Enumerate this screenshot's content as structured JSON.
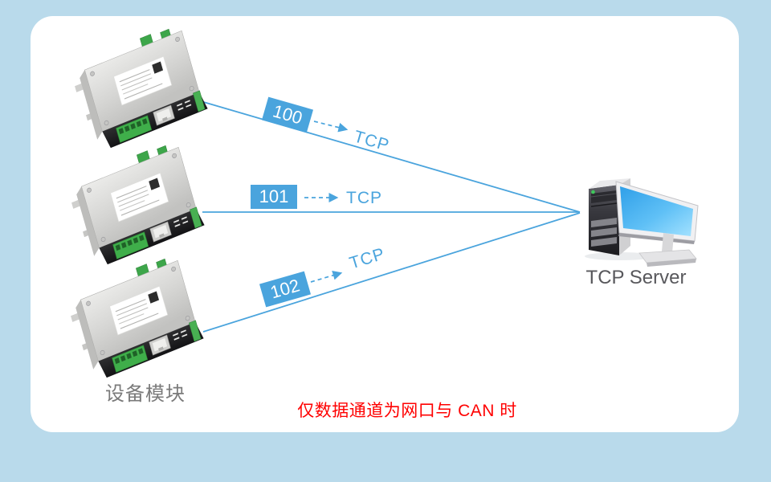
{
  "palette": {
    "background": "#b9daeb",
    "panel": "#ffffff",
    "accent": "#4aa4dd",
    "note_red": "#ff0000",
    "caption_gray": "#7a7a7a",
    "server_gray": "#58585c"
  },
  "connections": [
    {
      "badge": "100",
      "protocol": "TCP"
    },
    {
      "badge": "101",
      "protocol": "TCP"
    },
    {
      "badge": "102",
      "protocol": "TCP"
    }
  ],
  "labels": {
    "server": "TCP Server",
    "devices": "设备模块",
    "note": "仅数据通道为网口与 CAN 时"
  }
}
